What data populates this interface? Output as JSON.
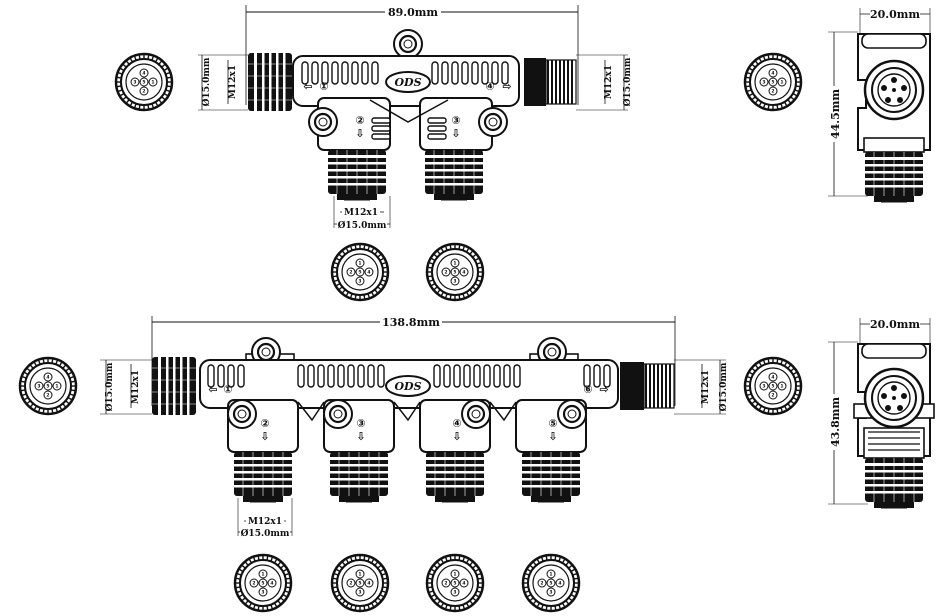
{
  "brand": "ODS",
  "top_assembly": {
    "overall_length": "89.0mm",
    "thread_label": "M12x1",
    "diameter_label": "Ø15.0mm",
    "port_numbers": [
      "①",
      "②",
      "③",
      "④"
    ],
    "arrow": "⇩",
    "side_arrow_left": "⇦",
    "side_arrow_right": "⇨",
    "side_view": {
      "width": "20.0mm",
      "height": "44.5mm"
    }
  },
  "bottom_assembly": {
    "overall_length": "138.8mm",
    "thread_label": "M12x1",
    "diameter_label": "Ø15.0mm",
    "port_numbers": [
      "①",
      "②",
      "③",
      "④",
      "⑤",
      "⑥"
    ],
    "arrow": "⇩",
    "side_arrow_left": "⇦",
    "side_arrow_right": "⇨",
    "side_view": {
      "width": "20.0mm",
      "height": "43.8mm"
    }
  },
  "pin_layouts": {
    "male_face": [
      "4",
      "3",
      "5",
      "1",
      "2"
    ],
    "female_face": [
      "1",
      "2",
      "5",
      "4",
      "3"
    ]
  }
}
